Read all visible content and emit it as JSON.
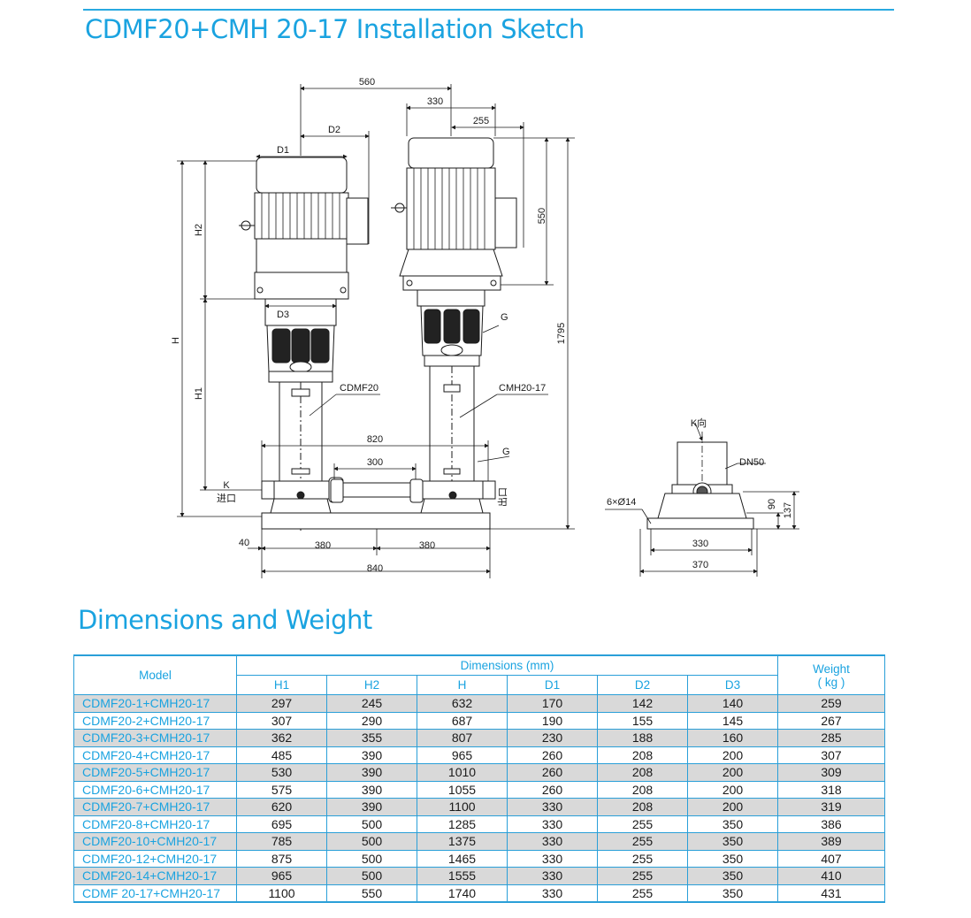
{
  "sketch": {
    "title": "CDMF20+CMH 20-17 Installation Sketch",
    "labels": {
      "d560": "560",
      "d330_top": "330",
      "d255": "255",
      "d2": "D2",
      "d1": "D1",
      "d550": "550",
      "h2": "H2",
      "h": "H",
      "h1": "H1",
      "d3": "D3",
      "g_top": "G",
      "d1795": "1795",
      "cdmf20": "CDMF20",
      "cmh20_17": "CMH20-17",
      "d820": "820",
      "g_mid": "G",
      "d300": "300",
      "k": "K",
      "inlet": "进口",
      "outlet": "出口",
      "d40": "40",
      "d380a": "380",
      "d380b": "380",
      "d840": "840",
      "k_view": "K向",
      "dn50": "DN50",
      "holes": "6×Ø14",
      "d90": "90",
      "d137": "137",
      "d330_side": "330",
      "d370": "370"
    }
  },
  "dimensions": {
    "title": "Dimensions and Weight",
    "headers": {
      "model": "Model",
      "dimensions": "Dimensions (mm)",
      "weight": "Weight",
      "weight_unit": "( kg )",
      "h1": "H1",
      "h2": "H2",
      "h": "H",
      "d1": "D1",
      "d2": "D2",
      "d3": "D3"
    },
    "rows": [
      {
        "model": "CDMF20-1+CMH20-17",
        "h1": "297",
        "h2": "245",
        "h": "632",
        "d1": "170",
        "d2": "142",
        "d3": "140",
        "w": "259"
      },
      {
        "model": "CDMF20-2+CMH20-17",
        "h1": "307",
        "h2": "290",
        "h": "687",
        "d1": "190",
        "d2": "155",
        "d3": "145",
        "w": "267"
      },
      {
        "model": "CDMF20-3+CMH20-17",
        "h1": "362",
        "h2": "355",
        "h": "807",
        "d1": "230",
        "d2": "188",
        "d3": "160",
        "w": "285"
      },
      {
        "model": "CDMF20-4+CMH20-17",
        "h1": "485",
        "h2": "390",
        "h": "965",
        "d1": "260",
        "d2": "208",
        "d3": "200",
        "w": "307"
      },
      {
        "model": "CDMF20-5+CMH20-17",
        "h1": "530",
        "h2": "390",
        "h": "1010",
        "d1": "260",
        "d2": "208",
        "d3": "200",
        "w": "309"
      },
      {
        "model": "CDMF20-6+CMH20-17",
        "h1": "575",
        "h2": "390",
        "h": "1055",
        "d1": "260",
        "d2": "208",
        "d3": "200",
        "w": "318"
      },
      {
        "model": "CDMF20-7+CMH20-17",
        "h1": "620",
        "h2": "390",
        "h": "1100",
        "d1": "330",
        "d2": "208",
        "d3": "200",
        "w": "319"
      },
      {
        "model": "CDMF20-8+CMH20-17",
        "h1": "695",
        "h2": "500",
        "h": "1285",
        "d1": "330",
        "d2": "255",
        "d3": "350",
        "w": "386"
      },
      {
        "model": "CDMF20-10+CMH20-17",
        "h1": "785",
        "h2": "500",
        "h": "1375",
        "d1": "330",
        "d2": "255",
        "d3": "350",
        "w": "389"
      },
      {
        "model": "CDMF20-12+CMH20-17",
        "h1": "875",
        "h2": "500",
        "h": "1465",
        "d1": "330",
        "d2": "255",
        "d3": "350",
        "w": "407"
      },
      {
        "model": "CDMF20-14+CMH20-17",
        "h1": "965",
        "h2": "500",
        "h": "1555",
        "d1": "330",
        "d2": "255",
        "d3": "350",
        "w": "410"
      },
      {
        "model": "CDMF 20-17+CMH20-17",
        "h1": "1100",
        "h2": "550",
        "h": "1740",
        "d1": "330",
        "d2": "255",
        "d3": "350",
        "w": "431"
      }
    ]
  },
  "colors": {
    "accent": "#1aa3e0",
    "rule": "#29a9e1",
    "shade": "#d9d9d9"
  }
}
